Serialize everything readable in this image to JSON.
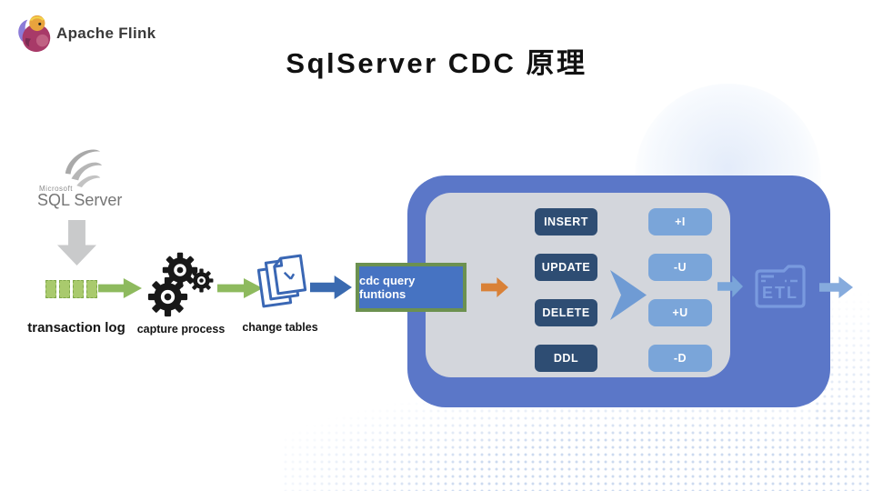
{
  "brand": {
    "name": "Apache Flink"
  },
  "title": "SqlServer CDC 原理",
  "source": {
    "vendor": "Microsoft",
    "product": "SQL Server"
  },
  "flow": {
    "transaction_log_label": "transaction log",
    "capture_process_label": "capture process",
    "change_tables_label": "change tables",
    "cdc_button_label": "cdc query funtions"
  },
  "operations": [
    "INSERT",
    "UPDATE",
    "DELETE",
    "DDL"
  ],
  "row_events": [
    "+I",
    "-U",
    "+U",
    "-D"
  ],
  "etl": {
    "label": "ETL"
  },
  "icons": {
    "flink-logo-icon": "squirrel mascot (svg shapes)",
    "sqlserver-swirl-icon": "gray swirl (svg crescents)",
    "down-arrow-icon": "gray block arrow (css clip-path)",
    "transaction-log-blocks-icon": "4 dashed green squares (css)",
    "gears-icon": "three black gears (svg)",
    "change-tables-icon": "stacked pages (svg)",
    "etl-folder-icon": "outlined folder with ETL text (svg)",
    "flow-arrow-icon": "block arrow (css clip-path)",
    "chevron-arrow-icon": "notched arrowhead (css clip-path)"
  },
  "colors": {
    "container_blue": "#5b77c8",
    "inner_gray": "#d3d6dc",
    "operation_navy": "#2e4d73",
    "event_light_blue": "#7aa5d9",
    "cdc_fill_blue": "#4673c2",
    "cdc_border_olive": "#6c9150",
    "green_arrow": "#8eba5e",
    "log_square_green": "#a9ca6d",
    "blue_arrow": "#3a6ab0",
    "orange_arrow": "#d98137",
    "gray_arrow": "#c9cacb",
    "etl_outline": "#7d9ee2"
  }
}
